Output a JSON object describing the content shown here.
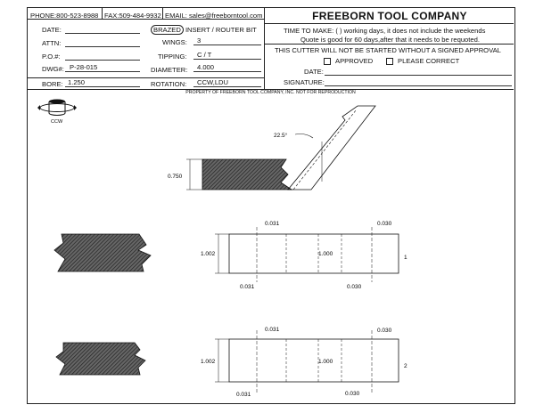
{
  "header": {
    "phone": "PHONE:800-523-8988",
    "fax": "FAX:509-484-9932",
    "email": "EMAIL: sales@freeborntool.com",
    "company": "FREEBORN TOOL COMPANY"
  },
  "form": {
    "date_label": "DATE:",
    "attn_label": "ATTN:",
    "po_label": "P.O.#:",
    "dwg_label": "DWG#:",
    "dwg_value": "P-28-015",
    "bore_label": "BORE:",
    "bore_value": "1.250",
    "brazed": "BRAZED",
    "insert_router": "INSERT /  ROUTER BIT",
    "wings_label": "WINGS:",
    "wings_value": "3",
    "tipping_label": "TIPPING:",
    "tipping_value": "C / T",
    "diameter_label": "DIAMETER:",
    "diameter_value": "4.000",
    "rotation_label": "ROTATION:",
    "rotation_value": "CCW,LDU"
  },
  "terms": {
    "time_line": "TIME TO MAKE:  (      ) working days, it does not include the weekends",
    "quote_line": "Quote is good for 60 days,after that it needs to be requoted.",
    "signed_notice": "THIS CUTTER WILL NOT BE STARTED WITHOUT A SIGNED APPROVAL",
    "approved": "APPROVED",
    "correct": "PLEASE CORRECT",
    "date_label": "DATE:",
    "signature_label": "SIGNATURE:"
  },
  "property_notice": "PROPERTY OF FREEBORN TOOL COMPANY, INC.  NOT FOR REPRODUCTION",
  "drawing": {
    "rotation_icon_label": "CCW",
    "angle_label": "22.5°",
    "height_label": "0.750",
    "view1": {
      "left_h": "1.002",
      "center_h": "1.000",
      "tl": "0.031",
      "tr": "0.030",
      "bl": "0.031",
      "br": "0.030",
      "index": "1"
    },
    "view2": {
      "left_h": "1.002",
      "center_h": "1.000",
      "tl": "0.031",
      "tr": "0.030",
      "bl": "0.031",
      "br": "0.030",
      "index": "2"
    }
  }
}
